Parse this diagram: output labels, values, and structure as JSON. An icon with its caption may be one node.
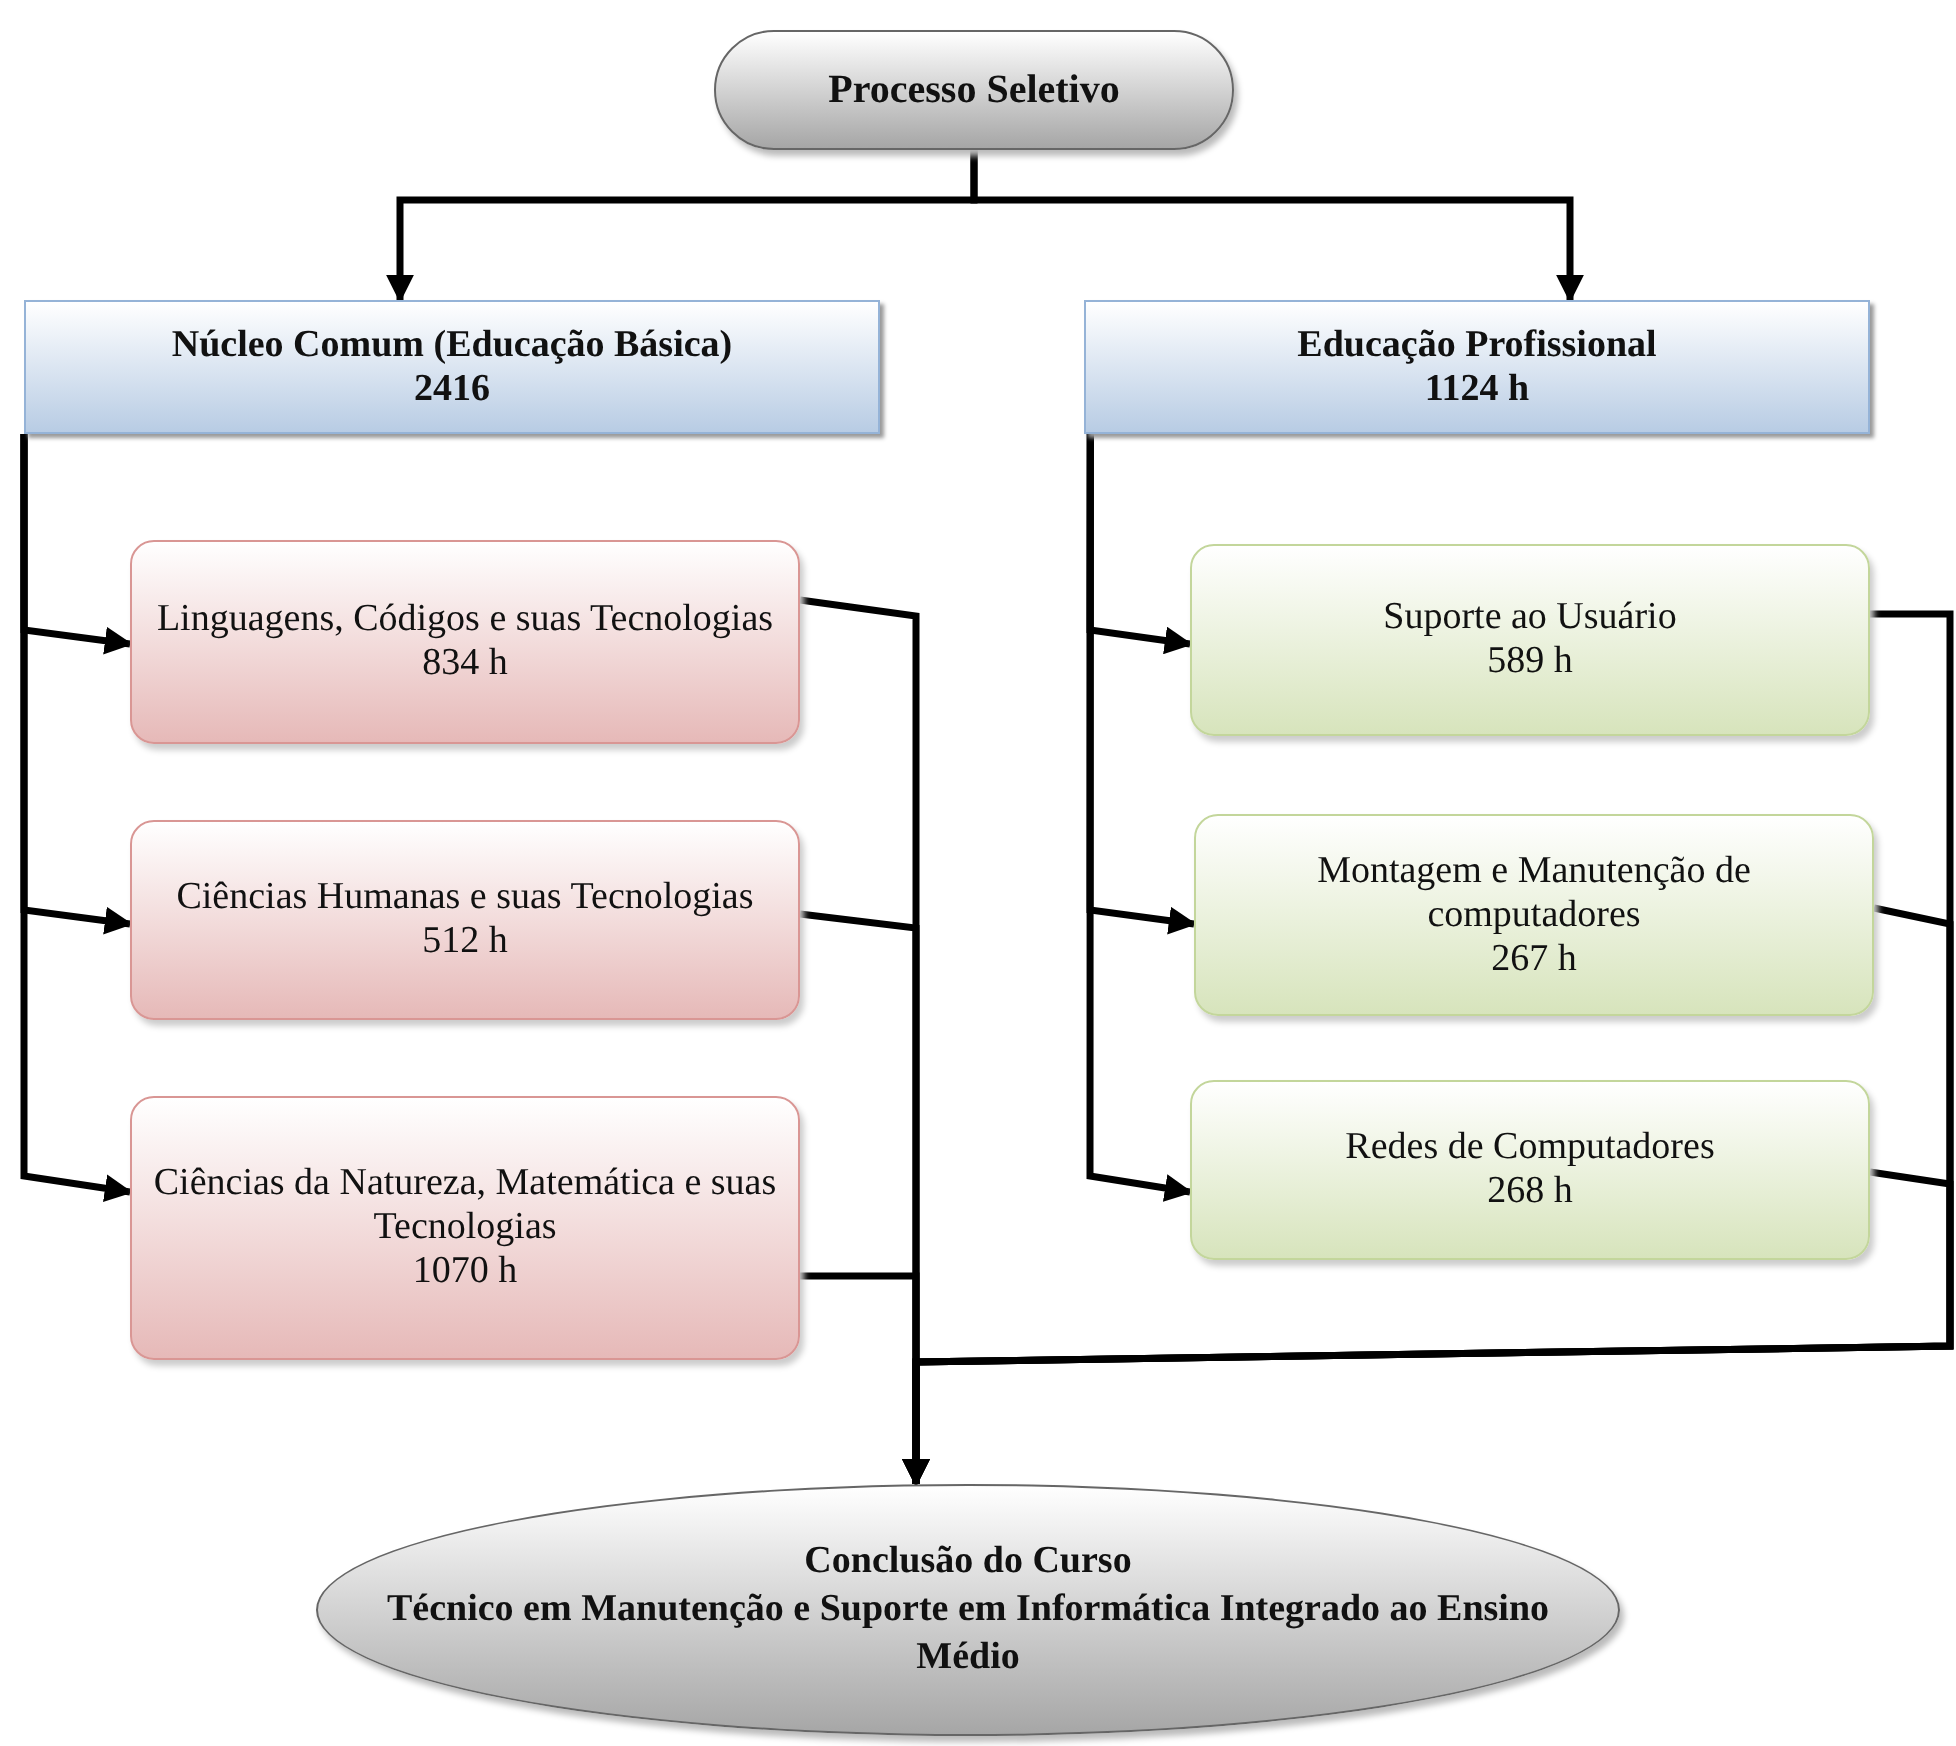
{
  "diagram": {
    "nodes": [
      {
        "text": [
          "Processo Seletivo"
        ]
      },
      {
        "text": [
          "Núcleo Comum (Educação Básica)",
          "2416"
        ]
      },
      {
        "text": [
          "Educação Profissional",
          "1124 h"
        ]
      },
      {
        "text": [
          "Linguagens, Códigos e suas Tecnologias",
          "834 h"
        ]
      },
      {
        "text": [
          "Ciências Humanas e suas Tecnologias",
          "512 h"
        ]
      },
      {
        "text": [
          "Ciências da Natureza, Matemática e suas Tecnologias",
          "1070 h"
        ]
      },
      {
        "text": [
          "Suporte ao Usuário",
          "589 h"
        ]
      },
      {
        "text": [
          "Montagem e Manutenção de computadores",
          "267 h"
        ]
      },
      {
        "text": [
          "Redes de Computadores",
          "268 h"
        ]
      },
      {
        "text": [
          "Conclusão do Curso",
          "Técnico em Manutenção e Suporte em Informática Integrado ao Ensino Médio"
        ]
      }
    ],
    "edges": [
      {
        "from": 0,
        "to": 1,
        "arrow": "to"
      },
      {
        "from": 0,
        "to": 2,
        "arrow": "to"
      },
      {
        "from": 1,
        "to": 3,
        "arrow": "to"
      },
      {
        "from": 1,
        "to": 4,
        "arrow": "to"
      },
      {
        "from": 1,
        "to": 5,
        "arrow": "to"
      },
      {
        "from": 2,
        "to": 6,
        "arrow": "to"
      },
      {
        "from": 2,
        "to": 7,
        "arrow": "to"
      },
      {
        "from": 2,
        "to": 8,
        "arrow": "to"
      },
      {
        "from": 3,
        "to": 9,
        "arrow": "to"
      },
      {
        "from": 4,
        "to": 9,
        "arrow": "to"
      },
      {
        "from": 5,
        "to": 9,
        "arrow": "to"
      },
      {
        "from": 6,
        "to": 9,
        "arrow": "to"
      },
      {
        "from": 7,
        "to": 9,
        "arrow": "to"
      },
      {
        "from": 8,
        "to": 9,
        "arrow": "to"
      }
    ]
  }
}
